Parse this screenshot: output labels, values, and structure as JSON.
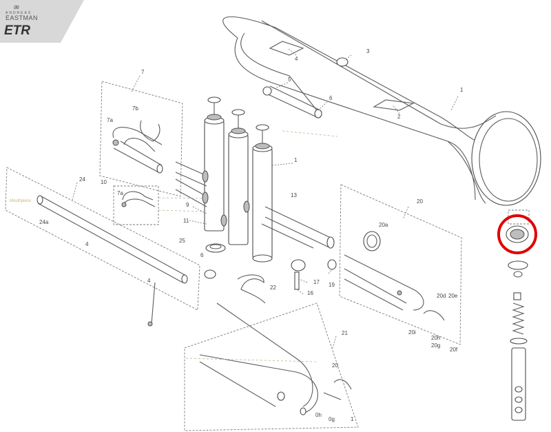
{
  "header": {
    "logo_glyph": "æ",
    "brand_top": "ANDREAS",
    "brand_bottom": "EASTMAN",
    "model": "ETR",
    "tab_color": "#d8d8d8"
  },
  "diagram": {
    "side_note": "Mouthpiece",
    "highlight_color": "#e00000",
    "labels": [
      "1",
      "2",
      "3",
      "4",
      "5",
      "6",
      "7",
      "7a",
      "7b",
      "1",
      "9",
      "10",
      "7a",
      "11",
      "25",
      "13",
      "6",
      "17",
      "16",
      "19",
      "22",
      "24",
      "24a",
      "4",
      "4",
      "20",
      "20a",
      "20d",
      "20e",
      "20i",
      "20h",
      "20g",
      "20f",
      "21",
      "20",
      "0h",
      "0g",
      "1"
    ]
  }
}
